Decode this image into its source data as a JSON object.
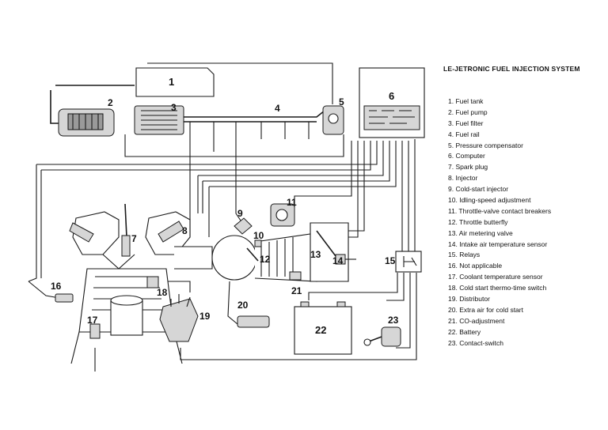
{
  "title": "LE-JETRONIC FUEL INJECTION SYSTEM",
  "components": [
    {
      "number": "1",
      "label": "Fuel tank"
    },
    {
      "number": "2",
      "label": "Fuel pump"
    },
    {
      "number": "3",
      "label": "Fuel filter"
    },
    {
      "number": "4",
      "label": "Fuel rail"
    },
    {
      "number": "5",
      "label": "Pressure compensator"
    },
    {
      "number": "6",
      "label": "Computer"
    },
    {
      "number": "7",
      "label": "Spark plug"
    },
    {
      "number": "8",
      "label": "Injector"
    },
    {
      "number": "9",
      "label": "Cold-start injector"
    },
    {
      "number": "10",
      "label": "Idling-speed adjustment"
    },
    {
      "number": "11",
      "label": "Throttle-valve contact breakers"
    },
    {
      "number": "12",
      "label": "Throttle butterfly"
    },
    {
      "number": "13",
      "label": "Air metering valve"
    },
    {
      "number": "14",
      "label": "Intake air temperature sensor"
    },
    {
      "number": "15",
      "label": "Relays"
    },
    {
      "number": "16",
      "label": "Not applicable"
    },
    {
      "number": "17",
      "label": "Coolant temperature sensor"
    },
    {
      "number": "18",
      "label": "Cold start thermo-time switch"
    },
    {
      "number": "19",
      "label": "Distributor"
    },
    {
      "number": "20",
      "label": "Extra air for cold start"
    },
    {
      "number": "21",
      "label": "CO-adjustment"
    },
    {
      "number": "22",
      "label": "Battery"
    },
    {
      "number": "23",
      "label": "Contact-switch"
    }
  ]
}
